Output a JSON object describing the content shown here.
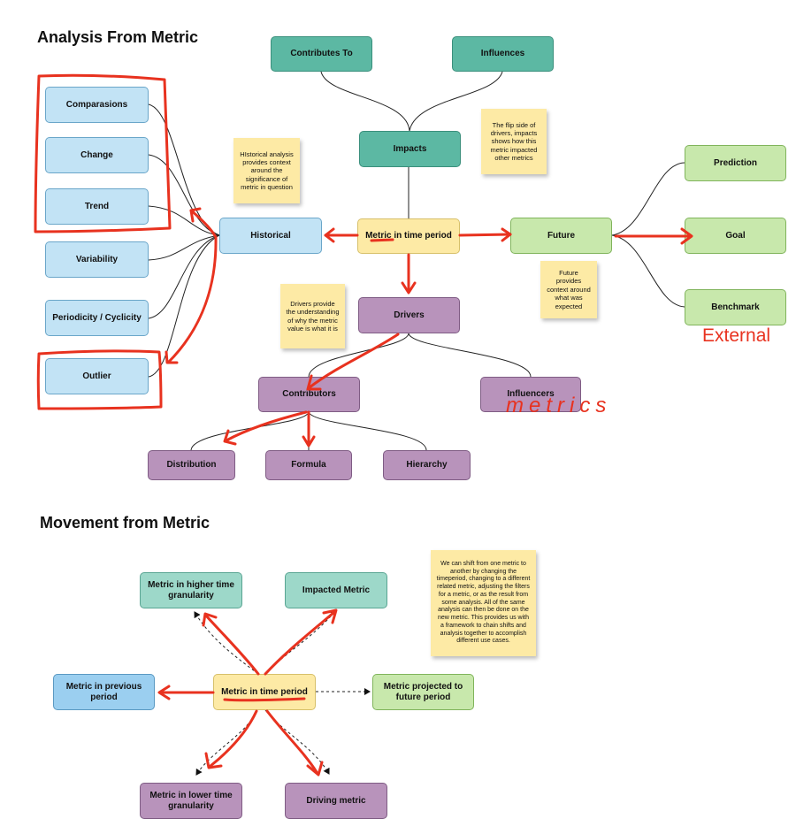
{
  "sections": {
    "analysis_title": "Analysis From Metric",
    "movement_title": "Movement from Metric"
  },
  "analysis": {
    "contributes_to": "Contributes To",
    "influences": "Influences",
    "impacts": "Impacts",
    "metric": "Metric in time period",
    "historical": "Historical",
    "future": "Future",
    "drivers": "Drivers",
    "contributors": "Contributors",
    "influencers": "Influencers",
    "distribution": "Distribution",
    "formula": "Formula",
    "hierarchy": "Hierarchy",
    "comparasions": "Comparasions",
    "change": "Change",
    "trend": "Trend",
    "variability": "Variability",
    "periodicity": "Periodicity / Cyclicity",
    "outlier": "Outlier",
    "prediction": "Prediction",
    "goal": "Goal",
    "benchmark": "Benchmark"
  },
  "notes": {
    "impacts_note": "The flip side of drivers, impacts shows how this metric impacted other metrics",
    "historical_note": "HIstorical analysis provides context around the significance of metric in question",
    "future_note": "Future provides context around what was expected",
    "drivers_note": "Drivers provide the understanding of why the metric value is what it is",
    "movement_note": "We can shift from one metric to another by changing the timeperiod, changing to a different related metric, adjusting the filters for a metric, or as the result from some analysis. All of the same analysis can then be done on the new metric. This provides us with a framework to chain shifts and analysis together to accomplish different use cases."
  },
  "movement": {
    "metric": "Metric in time period",
    "higher": "Metric in higher time granularity",
    "impacted": "Impacted Metric",
    "previous": "Metric in previous period",
    "projected": "Metric projected to future period",
    "lower": "Metric in lower time granularity",
    "driving": "Driving metric"
  },
  "annotations": {
    "external": "External",
    "metrics": "metrics"
  },
  "colors": {
    "annotation_red": "#e8321f",
    "teal": "#5cb8a3",
    "blue": "#c2e3f5",
    "yellow": "#fdeaa5",
    "green": "#c8e8ac",
    "purple": "#b893bb"
  }
}
